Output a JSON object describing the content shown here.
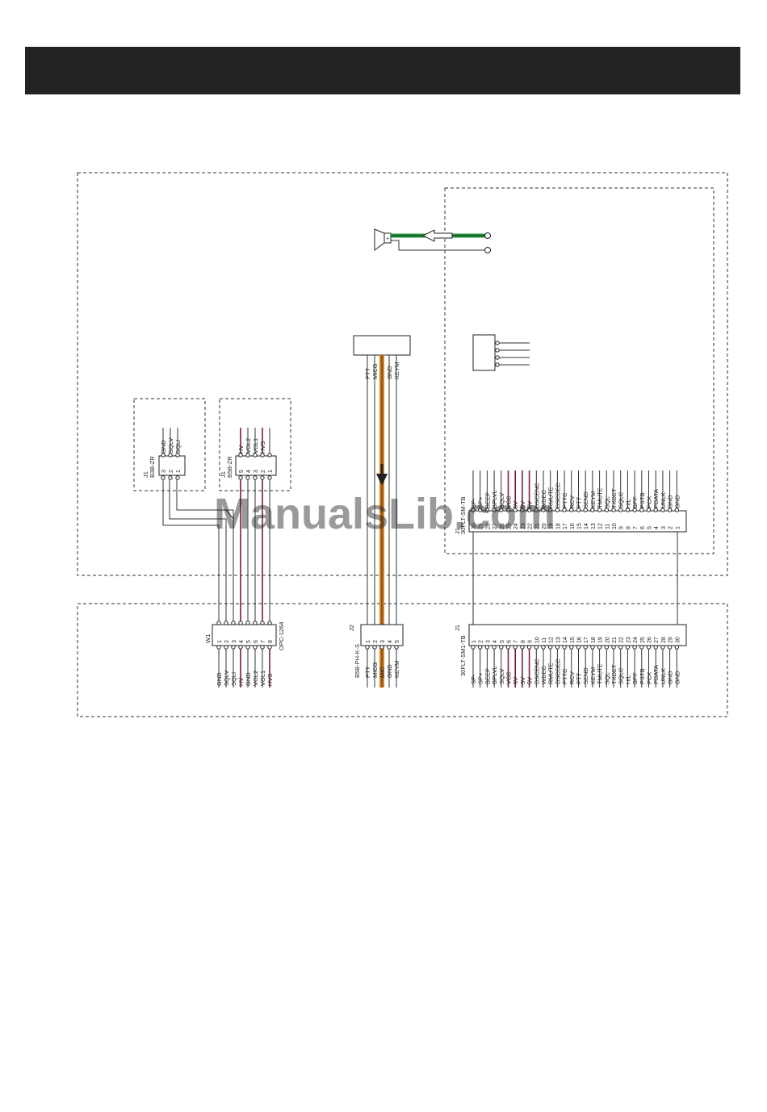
{
  "watermark": "ManualsLib.com",
  "colors": {
    "brown": "#7a1e3a",
    "orange": "#d9801e",
    "green": "#1f9a3c",
    "header": "#222222"
  },
  "icons": {
    "speaker": "speaker-icon",
    "flow_arrow": "arrow-down-icon",
    "signal_arrow": "arrow-left-icon"
  },
  "sqlv_connector": {
    "id": "J1",
    "type": "B3B-ZR",
    "pins": [
      {
        "num": "3",
        "label": "GND"
      },
      {
        "num": "2",
        "label": "SQLV"
      },
      {
        "num": "1",
        "label": "SQLI"
      }
    ]
  },
  "vol_connector": {
    "id": "J1",
    "type": "B5B-ZR",
    "pins": [
      {
        "num": "5",
        "label": "HV"
      },
      {
        "num": "4",
        "label": "VOL2"
      },
      {
        "num": "3",
        "label": "VOL1"
      },
      {
        "num": "2",
        "label": "HVS"
      },
      {
        "num": "1",
        "label": ""
      }
    ]
  },
  "mic_connector": {
    "pins": [
      {
        "label": "PTT"
      },
      {
        "label": "MICG"
      },
      {
        "label": "MIC"
      },
      {
        "label": "GND"
      },
      {
        "label": "KEYM"
      }
    ]
  },
  "top_flex": {
    "id": "J1",
    "type": "30FLT-SM-TB",
    "pins": [
      {
        "num": "30",
        "label": "SP-"
      },
      {
        "num": "29",
        "label": "SP+"
      },
      {
        "num": "28",
        "label": "BEEP"
      },
      {
        "num": "27",
        "label": "BPLVL"
      },
      {
        "num": "26",
        "label": "SQLV"
      },
      {
        "num": "25",
        "label": "VCC"
      },
      {
        "num": "24",
        "label": "5V"
      },
      {
        "num": "23",
        "label": "5V"
      },
      {
        "num": "22",
        "label": "5V"
      },
      {
        "num": "21",
        "label": "DSCENC"
      },
      {
        "num": "20",
        "label": "WDEC"
      },
      {
        "num": "19",
        "label": "RMUTE"
      },
      {
        "num": "18",
        "label": "DSCDEC"
      },
      {
        "num": "17",
        "label": "PTTC"
      },
      {
        "num": "16",
        "label": "RCV"
      },
      {
        "num": "15",
        "label": "PTT"
      },
      {
        "num": "14",
        "label": "SEND"
      },
      {
        "num": "13",
        "label": "KEYM"
      },
      {
        "num": "12",
        "label": "TMUTE"
      },
      {
        "num": "11",
        "label": "SQL"
      },
      {
        "num": "10",
        "label": "TXDET"
      },
      {
        "num": "9",
        "label": "SQLC"
      },
      {
        "num": "8",
        "label": "H/L"
      },
      {
        "num": "7",
        "label": "BPF"
      },
      {
        "num": "6",
        "label": "PSTB"
      },
      {
        "num": "5",
        "label": "PCK"
      },
      {
        "num": "4",
        "label": "PDATA"
      },
      {
        "num": "3",
        "label": "UNLK"
      },
      {
        "num": "2",
        "label": "GND"
      },
      {
        "num": "1",
        "label": "GND"
      }
    ]
  },
  "w1_connector": {
    "id": "W1",
    "cable": "OPC-1264",
    "pins": [
      {
        "num": "1",
        "label": "GND"
      },
      {
        "num": "2",
        "label": "SQLV"
      },
      {
        "num": "3",
        "label": "SQLI"
      },
      {
        "num": "4",
        "label": "HV"
      },
      {
        "num": "5",
        "label": "GND"
      },
      {
        "num": "6",
        "label": "VOL2"
      },
      {
        "num": "7",
        "label": "VOL1"
      },
      {
        "num": "8",
        "label": "HVS"
      }
    ]
  },
  "j2_connector": {
    "id": "J2",
    "type": "B5B-PH-K-S",
    "pins": [
      {
        "num": "1",
        "label": "PTT"
      },
      {
        "num": "2",
        "label": "MICG"
      },
      {
        "num": "3",
        "label": "MIC"
      },
      {
        "num": "4",
        "label": "GND"
      },
      {
        "num": "5",
        "label": "KEYM"
      }
    ]
  },
  "bottom_flex": {
    "id": "J1",
    "type": "30FLT-SM1-TB",
    "pins": [
      {
        "num": "1",
        "label": "SP-"
      },
      {
        "num": "2",
        "label": "SP+"
      },
      {
        "num": "3",
        "label": "BEEP"
      },
      {
        "num": "4",
        "label": "BPLVL"
      },
      {
        "num": "5",
        "label": "SQLV"
      },
      {
        "num": "6",
        "label": "VCC"
      },
      {
        "num": "7",
        "label": "5V"
      },
      {
        "num": "8",
        "label": "5V"
      },
      {
        "num": "9",
        "label": "5V"
      },
      {
        "num": "10",
        "label": "DSCENC"
      },
      {
        "num": "11",
        "label": "WDEC"
      },
      {
        "num": "12",
        "label": "RMUTE"
      },
      {
        "num": "13",
        "label": "DSCDEC"
      },
      {
        "num": "14",
        "label": "PTTC"
      },
      {
        "num": "15",
        "label": "RCV"
      },
      {
        "num": "16",
        "label": "PTT"
      },
      {
        "num": "17",
        "label": "SEND"
      },
      {
        "num": "18",
        "label": "KEYM"
      },
      {
        "num": "19",
        "label": "TMUTE"
      },
      {
        "num": "20",
        "label": "SQL"
      },
      {
        "num": "21",
        "label": "TXDET"
      },
      {
        "num": "22",
        "label": "SQLC"
      },
      {
        "num": "23",
        "label": "H/L"
      },
      {
        "num": "24",
        "label": "BPF"
      },
      {
        "num": "25",
        "label": "PSTB"
      },
      {
        "num": "26",
        "label": "PCK"
      },
      {
        "num": "27",
        "label": "PDATA"
      },
      {
        "num": "28",
        "label": "UNLK"
      },
      {
        "num": "29",
        "label": "GND"
      },
      {
        "num": "30",
        "label": "GND"
      }
    ]
  }
}
